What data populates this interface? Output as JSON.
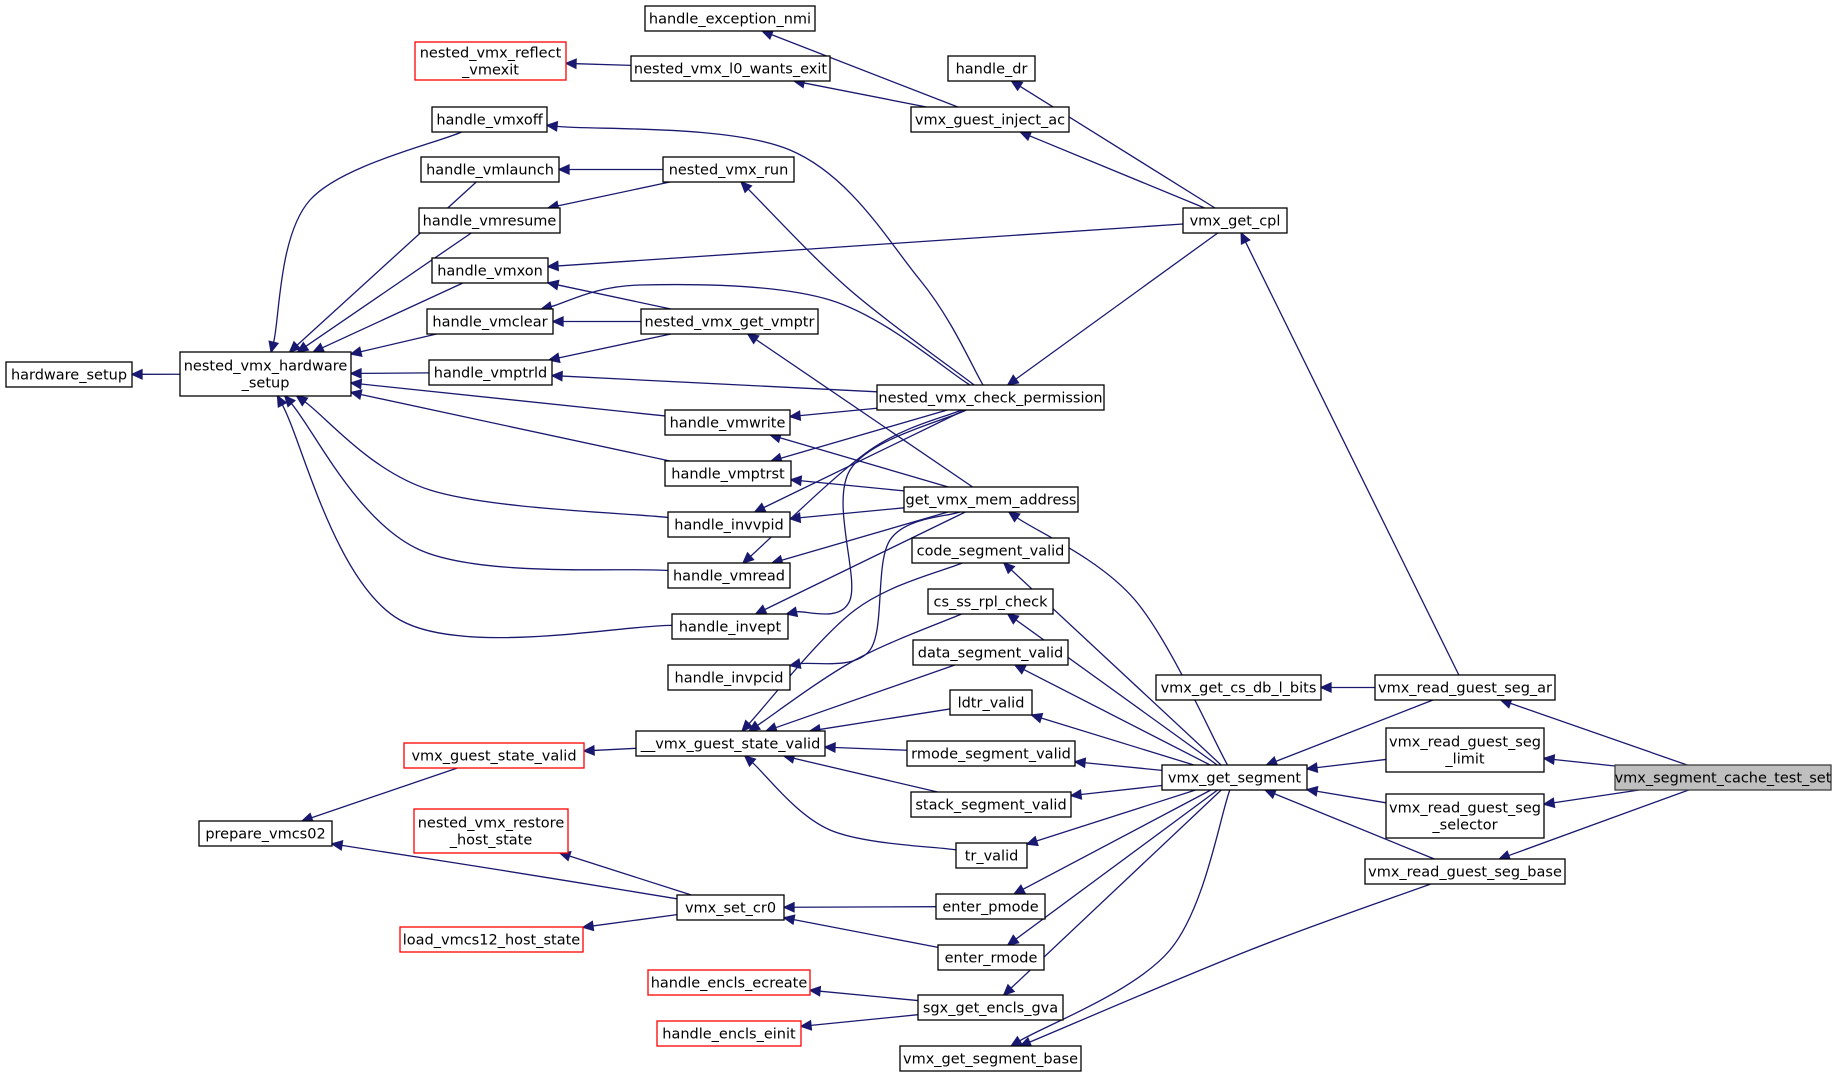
{
  "graph": {
    "type": "caller-graph",
    "nodes": {
      "hardware_setup": {
        "label": [
          "hardware_setup"
        ]
      },
      "nested_vmx_hardware_setup": {
        "label": [
          "nested_vmx_hardware",
          "_setup"
        ]
      },
      "handle_vmxoff": {
        "label": [
          "handle_vmxoff"
        ]
      },
      "handle_vmlaunch": {
        "label": [
          "handle_vmlaunch"
        ]
      },
      "handle_vmresume": {
        "label": [
          "handle_vmresume"
        ]
      },
      "handle_vmxon": {
        "label": [
          "handle_vmxon"
        ]
      },
      "handle_vmclear": {
        "label": [
          "handle_vmclear"
        ]
      },
      "handle_vmptrld": {
        "label": [
          "handle_vmptrld"
        ]
      },
      "handle_vmwrite": {
        "label": [
          "handle_vmwrite"
        ]
      },
      "handle_vmptrst": {
        "label": [
          "handle_vmptrst"
        ]
      },
      "handle_invvpid": {
        "label": [
          "handle_invvpid"
        ]
      },
      "handle_vmread": {
        "label": [
          "handle_vmread"
        ]
      },
      "handle_invept": {
        "label": [
          "handle_invept"
        ]
      },
      "handle_invpcid": {
        "label": [
          "handle_invpcid"
        ]
      },
      "nested_vmx_reflect_vmexit": {
        "label": [
          "nested_vmx_reflect",
          "_vmexit"
        ],
        "red": true
      },
      "handle_exception_nmi": {
        "label": [
          "handle_exception_nmi"
        ]
      },
      "nested_vmx_l0_wants_exit": {
        "label": [
          "nested_vmx_l0_wants_exit"
        ]
      },
      "nested_vmx_run": {
        "label": [
          "nested_vmx_run"
        ]
      },
      "nested_vmx_get_vmptr": {
        "label": [
          "nested_vmx_get_vmptr"
        ]
      },
      "handle_dr": {
        "label": [
          "handle_dr"
        ]
      },
      "vmx_guest_inject_ac": {
        "label": [
          "vmx_guest_inject_ac"
        ]
      },
      "vmx_get_cpl": {
        "label": [
          "vmx_get_cpl"
        ]
      },
      "nested_vmx_check_permission": {
        "label": [
          "nested_vmx_check_permission"
        ]
      },
      "get_vmx_mem_address": {
        "label": [
          "get_vmx_mem_address"
        ]
      },
      "code_segment_valid": {
        "label": [
          "code_segment_valid"
        ]
      },
      "cs_ss_rpl_check": {
        "label": [
          "cs_ss_rpl_check"
        ]
      },
      "data_segment_valid": {
        "label": [
          "data_segment_valid"
        ]
      },
      "ldtr_valid": {
        "label": [
          "ldtr_valid"
        ]
      },
      "rmode_segment_valid": {
        "label": [
          "rmode_segment_valid"
        ]
      },
      "stack_segment_valid": {
        "label": [
          "stack_segment_valid"
        ]
      },
      "tr_valid": {
        "label": [
          "tr_valid"
        ]
      },
      "enter_pmode": {
        "label": [
          "enter_pmode"
        ]
      },
      "enter_rmode": {
        "label": [
          "enter_rmode"
        ]
      },
      "sgx_get_encls_gva": {
        "label": [
          "sgx_get_encls_gva"
        ]
      },
      "vmx_get_segment_base": {
        "label": [
          "vmx_get_segment_base"
        ]
      },
      "vmx_guest_state_valid_inner": {
        "label": [
          "__vmx_guest_state_valid"
        ]
      },
      "vmx_guest_state_valid": {
        "label": [
          "vmx_guest_state_valid"
        ],
        "red": true
      },
      "prepare_vmcs02": {
        "label": [
          "prepare_vmcs02"
        ]
      },
      "nested_vmx_restore_host_state": {
        "label": [
          "nested_vmx_restore",
          "_host_state"
        ],
        "red": true
      },
      "load_vmcs12_host_state": {
        "label": [
          "load_vmcs12_host_state"
        ],
        "red": true
      },
      "vmx_set_cr0": {
        "label": [
          "vmx_set_cr0"
        ]
      },
      "handle_encls_ecreate": {
        "label": [
          "handle_encls_ecreate"
        ],
        "red": true
      },
      "handle_encls_einit": {
        "label": [
          "handle_encls_einit"
        ],
        "red": true
      },
      "vmx_get_cs_db_l_bits": {
        "label": [
          "vmx_get_cs_db_l_bits"
        ]
      },
      "vmx_get_segment": {
        "label": [
          "vmx_get_segment"
        ]
      },
      "vmx_read_guest_seg_ar": {
        "label": [
          "vmx_read_guest_seg_ar"
        ]
      },
      "vmx_read_guest_seg_limit": {
        "label": [
          "vmx_read_guest_seg",
          "_limit"
        ]
      },
      "vmx_read_guest_seg_selector": {
        "label": [
          "vmx_read_guest_seg",
          "_selector"
        ]
      },
      "vmx_read_guest_seg_base": {
        "label": [
          "vmx_read_guest_seg_base"
        ]
      },
      "vmx_segment_cache_test_set": {
        "label": [
          "vmx_segment_cache_test_set"
        ],
        "highlight": true
      }
    },
    "edges": [
      [
        "vmx_segment_cache_test_set",
        "vmx_read_guest_seg_ar"
      ],
      [
        "vmx_segment_cache_test_set",
        "vmx_read_guest_seg_limit"
      ],
      [
        "vmx_segment_cache_test_set",
        "vmx_read_guest_seg_selector"
      ],
      [
        "vmx_segment_cache_test_set",
        "vmx_read_guest_seg_base"
      ],
      [
        "vmx_read_guest_seg_ar",
        "vmx_get_cpl"
      ],
      [
        "vmx_read_guest_seg_ar",
        "vmx_get_cs_db_l_bits"
      ],
      [
        "vmx_read_guest_seg_ar",
        "vmx_get_segment"
      ],
      [
        "vmx_read_guest_seg_limit",
        "vmx_get_segment"
      ],
      [
        "vmx_read_guest_seg_selector",
        "vmx_get_segment"
      ],
      [
        "vmx_read_guest_seg_base",
        "vmx_get_segment"
      ],
      [
        "vmx_read_guest_seg_base",
        "vmx_get_segment_base"
      ],
      [
        "vmx_get_cpl",
        "handle_dr"
      ],
      [
        "vmx_get_cpl",
        "vmx_guest_inject_ac"
      ],
      [
        "vmx_get_cpl",
        "handle_vmxon"
      ],
      [
        "vmx_get_cpl",
        "nested_vmx_check_permission"
      ],
      [
        "vmx_guest_inject_ac",
        "handle_exception_nmi"
      ],
      [
        "vmx_guest_inject_ac",
        "nested_vmx_l0_wants_exit"
      ],
      [
        "nested_vmx_l0_wants_exit",
        "nested_vmx_reflect_vmexit"
      ],
      [
        "vmx_get_segment",
        "get_vmx_mem_address"
      ],
      [
        "vmx_get_segment",
        "code_segment_valid"
      ],
      [
        "vmx_get_segment",
        "cs_ss_rpl_check"
      ],
      [
        "vmx_get_segment",
        "data_segment_valid"
      ],
      [
        "vmx_get_segment",
        "ldtr_valid"
      ],
      [
        "vmx_get_segment",
        "rmode_segment_valid"
      ],
      [
        "vmx_get_segment",
        "stack_segment_valid"
      ],
      [
        "vmx_get_segment",
        "tr_valid"
      ],
      [
        "vmx_get_segment",
        "enter_pmode"
      ],
      [
        "vmx_get_segment",
        "enter_rmode"
      ],
      [
        "vmx_get_segment",
        "sgx_get_encls_gva"
      ],
      [
        "vmx_get_segment",
        "vmx_get_segment_base"
      ],
      [
        "nested_vmx_check_permission",
        "handle_vmxoff"
      ],
      [
        "nested_vmx_check_permission",
        "nested_vmx_run"
      ],
      [
        "nested_vmx_check_permission",
        "handle_vmclear"
      ],
      [
        "nested_vmx_check_permission",
        "handle_vmptrld"
      ],
      [
        "nested_vmx_check_permission",
        "handle_vmwrite"
      ],
      [
        "nested_vmx_check_permission",
        "handle_vmptrst"
      ],
      [
        "nested_vmx_check_permission",
        "handle_invvpid"
      ],
      [
        "nested_vmx_check_permission",
        "handle_vmread"
      ],
      [
        "nested_vmx_check_permission",
        "handle_invept"
      ],
      [
        "get_vmx_mem_address",
        "nested_vmx_get_vmptr"
      ],
      [
        "get_vmx_mem_address",
        "handle_vmwrite"
      ],
      [
        "get_vmx_mem_address",
        "handle_vmptrst"
      ],
      [
        "get_vmx_mem_address",
        "handle_invvpid"
      ],
      [
        "get_vmx_mem_address",
        "handle_vmread"
      ],
      [
        "get_vmx_mem_address",
        "handle_invept"
      ],
      [
        "get_vmx_mem_address",
        "handle_invpcid"
      ],
      [
        "nested_vmx_run",
        "handle_vmlaunch"
      ],
      [
        "nested_vmx_run",
        "handle_vmresume"
      ],
      [
        "nested_vmx_get_vmptr",
        "handle_vmxon"
      ],
      [
        "nested_vmx_get_vmptr",
        "handle_vmclear"
      ],
      [
        "nested_vmx_get_vmptr",
        "handle_vmptrld"
      ],
      [
        "code_segment_valid",
        "vmx_guest_state_valid_inner"
      ],
      [
        "cs_ss_rpl_check",
        "vmx_guest_state_valid_inner"
      ],
      [
        "data_segment_valid",
        "vmx_guest_state_valid_inner"
      ],
      [
        "ldtr_valid",
        "vmx_guest_state_valid_inner"
      ],
      [
        "rmode_segment_valid",
        "vmx_guest_state_valid_inner"
      ],
      [
        "stack_segment_valid",
        "vmx_guest_state_valid_inner"
      ],
      [
        "tr_valid",
        "vmx_guest_state_valid_inner"
      ],
      [
        "vmx_guest_state_valid_inner",
        "vmx_guest_state_valid"
      ],
      [
        "vmx_guest_state_valid",
        "prepare_vmcs02"
      ],
      [
        "enter_pmode",
        "vmx_set_cr0"
      ],
      [
        "enter_rmode",
        "vmx_set_cr0"
      ],
      [
        "vmx_set_cr0",
        "prepare_vmcs02"
      ],
      [
        "vmx_set_cr0",
        "nested_vmx_restore_host_state"
      ],
      [
        "vmx_set_cr0",
        "load_vmcs12_host_state"
      ],
      [
        "sgx_get_encls_gva",
        "handle_encls_ecreate"
      ],
      [
        "sgx_get_encls_gva",
        "handle_encls_einit"
      ],
      [
        "handle_vmxoff",
        "nested_vmx_hardware_setup"
      ],
      [
        "handle_vmlaunch",
        "nested_vmx_hardware_setup"
      ],
      [
        "handle_vmresume",
        "nested_vmx_hardware_setup"
      ],
      [
        "handle_vmxon",
        "nested_vmx_hardware_setup"
      ],
      [
        "handle_vmclear",
        "nested_vmx_hardware_setup"
      ],
      [
        "handle_vmptrld",
        "nested_vmx_hardware_setup"
      ],
      [
        "handle_vmwrite",
        "nested_vmx_hardware_setup"
      ],
      [
        "handle_vmptrst",
        "nested_vmx_hardware_setup"
      ],
      [
        "handle_invvpid",
        "nested_vmx_hardware_setup"
      ],
      [
        "handle_vmread",
        "nested_vmx_hardware_setup"
      ],
      [
        "handle_invept",
        "nested_vmx_hardware_setup"
      ],
      [
        "nested_vmx_hardware_setup",
        "hardware_setup"
      ]
    ],
    "colors": {
      "edge": "#191970",
      "node_border": "#000000",
      "node_border_red": "#ff0000",
      "highlight_fill": "#bfbfbf",
      "background": "#ffffff"
    }
  }
}
